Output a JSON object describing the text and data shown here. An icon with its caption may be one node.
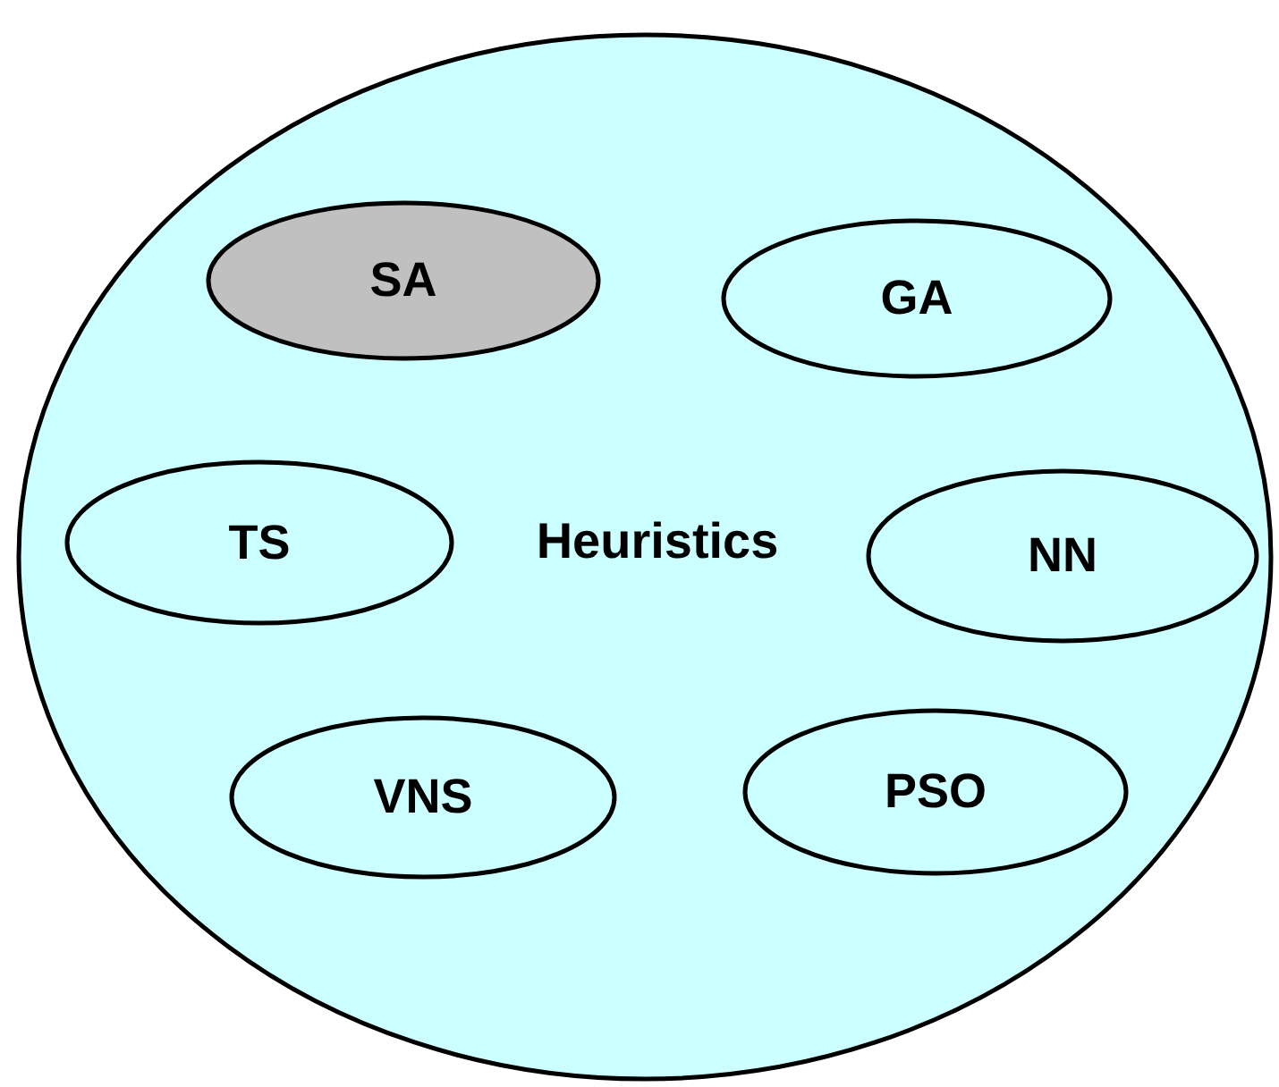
{
  "diagram": {
    "nodes": [
      {
        "text": [
          "Heuristics"
        ]
      },
      {
        "text": [
          "SA"
        ],
        "in": 0
      },
      {
        "text": [
          "GA"
        ],
        "in": 0
      },
      {
        "text": [
          "TS"
        ],
        "in": 0
      },
      {
        "text": [
          "NN"
        ],
        "in": 0
      },
      {
        "text": [
          "VNS"
        ],
        "in": 0
      },
      {
        "text": [
          "PSO"
        ],
        "in": 0
      }
    ]
  }
}
